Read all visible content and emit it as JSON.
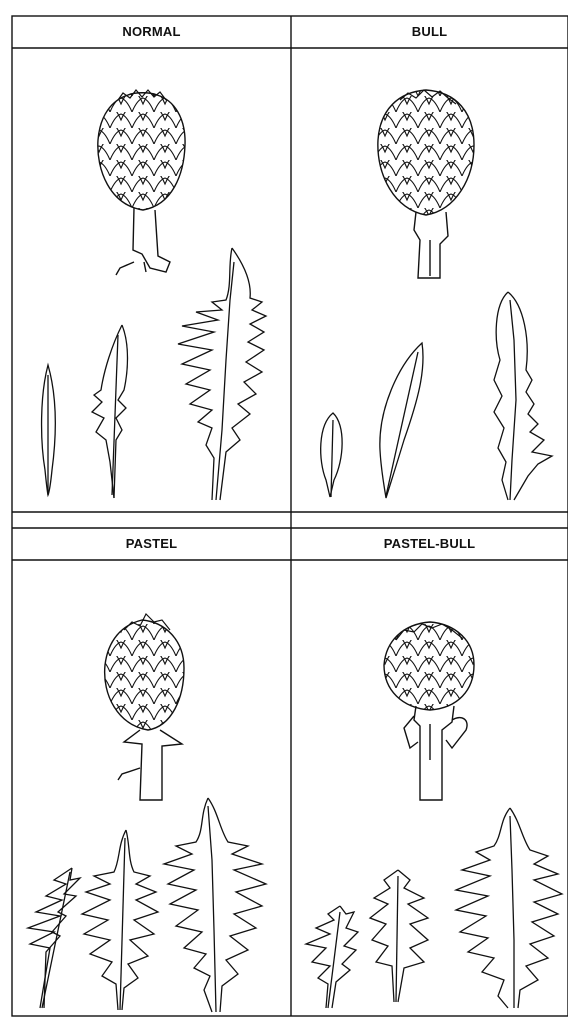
{
  "panels": {
    "normal": {
      "label": "NORMAL"
    },
    "bull": {
      "label": "BULL"
    },
    "pastel": {
      "label": "PASTEL"
    },
    "pastel_bull": {
      "label": "PASTEL-BULL"
    }
  },
  "colors": {
    "line": "#111111",
    "background": "#ffffff"
  }
}
